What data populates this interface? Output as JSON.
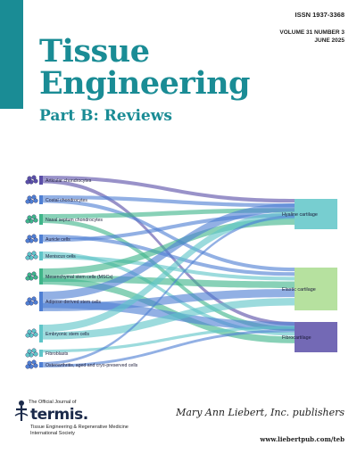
{
  "issn": "ISSN 1937-3368",
  "volume_line": "VOLUME 31  NUMBER 3",
  "date_line": "JUNE 2025",
  "title_line1": "Tissue",
  "title_line2": "Engineering",
  "subtitle": "Part B: Reviews",
  "diagram": {
    "sources": [
      "Articular chondrocytes",
      "Costal chondrocytes",
      "Nasal septum chondrocytes",
      "Auricle cells",
      "Meniscus cells",
      "Mesenchymal stem cells (MSCs)",
      "Adipose-derived stem cells",
      "Embryonic stem cells",
      "Fibroblasts",
      "Osteoarthritis, aged and cryo-preserved cells"
    ],
    "targets": [
      "Hyaline cartilage",
      "Elastic cartilage",
      "Fibrocartilage"
    ],
    "colors": {
      "purple": "#5b4fa8",
      "blue": "#4f7fd3",
      "green": "#3fb58a",
      "teal": "#5fc5c8",
      "lightgreen": "#a9dc8e"
    }
  },
  "official_journal_of": "The Official Journal of",
  "society_name": "termis.",
  "society_full": "Tissue Engineering & Regenerative Medicine International Society",
  "publisher": "Mary Ann Liebert, Inc. publishers",
  "url": "www.liebertpub.com/teb"
}
